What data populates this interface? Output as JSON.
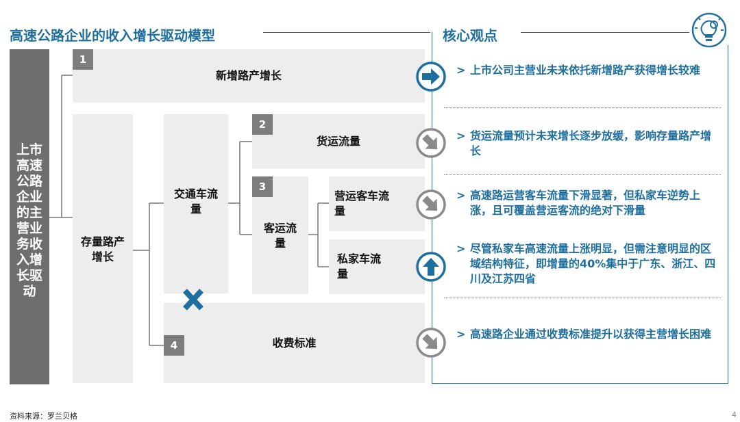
{
  "left_title": "高速公路企业的收入增长驱动模型",
  "right_title": "核心观点",
  "side_label_lines": [
    "上市",
    "高速",
    "公路",
    "企业",
    "的主",
    "营业",
    "务收",
    "入增",
    "长驱",
    "动"
  ],
  "nodes": {
    "new_road": {
      "num": "1",
      "label": "新增路产增长"
    },
    "existing_road": {
      "label": "存量路产增长"
    },
    "traffic": {
      "label": "交通车流量"
    },
    "freight": {
      "num": "2",
      "label": "货运流量"
    },
    "passenger": {
      "num": "3",
      "label": "客运流量"
    },
    "bus": {
      "label": "营运客车流量"
    },
    "private": {
      "label": "私家车流量"
    },
    "toll": {
      "num": "4",
      "label": "收费标准"
    }
  },
  "insights": [
    {
      "icon": "right-arrow-icon",
      "text": "上市公司主营业未来依托新增路产获得增长较难"
    },
    {
      "icon": "down-right-arrow-icon",
      "text": "货运流量预计未来增长逐步放缓，影响存量路产增长"
    },
    {
      "icon": "down-right-arrow-icon",
      "text": "高速路运营客车流量下滑显著，但私家车逆势上涨，且可覆盖营运客流的绝对下滑量"
    },
    {
      "icon": "up-arrow-icon",
      "text": "尽管私家车高速流量上涨明显，但需注意明显的区域结构特征，即增量的40%集中于广东、浙江、四川及江苏四省"
    },
    {
      "icon": "down-right-arrow-icon",
      "text": "高速路企业通过收费标准提升以获得主营增长困难"
    }
  ],
  "chevron": ">",
  "source": "资料来源：罗兰贝格",
  "page_number": "4",
  "colors": {
    "accent": "#1f6f9e",
    "dark_gray": "#6e6e6e",
    "box_gray": "#ededed",
    "num_gray": "#7d7d7d",
    "icon_gray": "#8a8a8a",
    "cross": "#1f6f9e"
  }
}
